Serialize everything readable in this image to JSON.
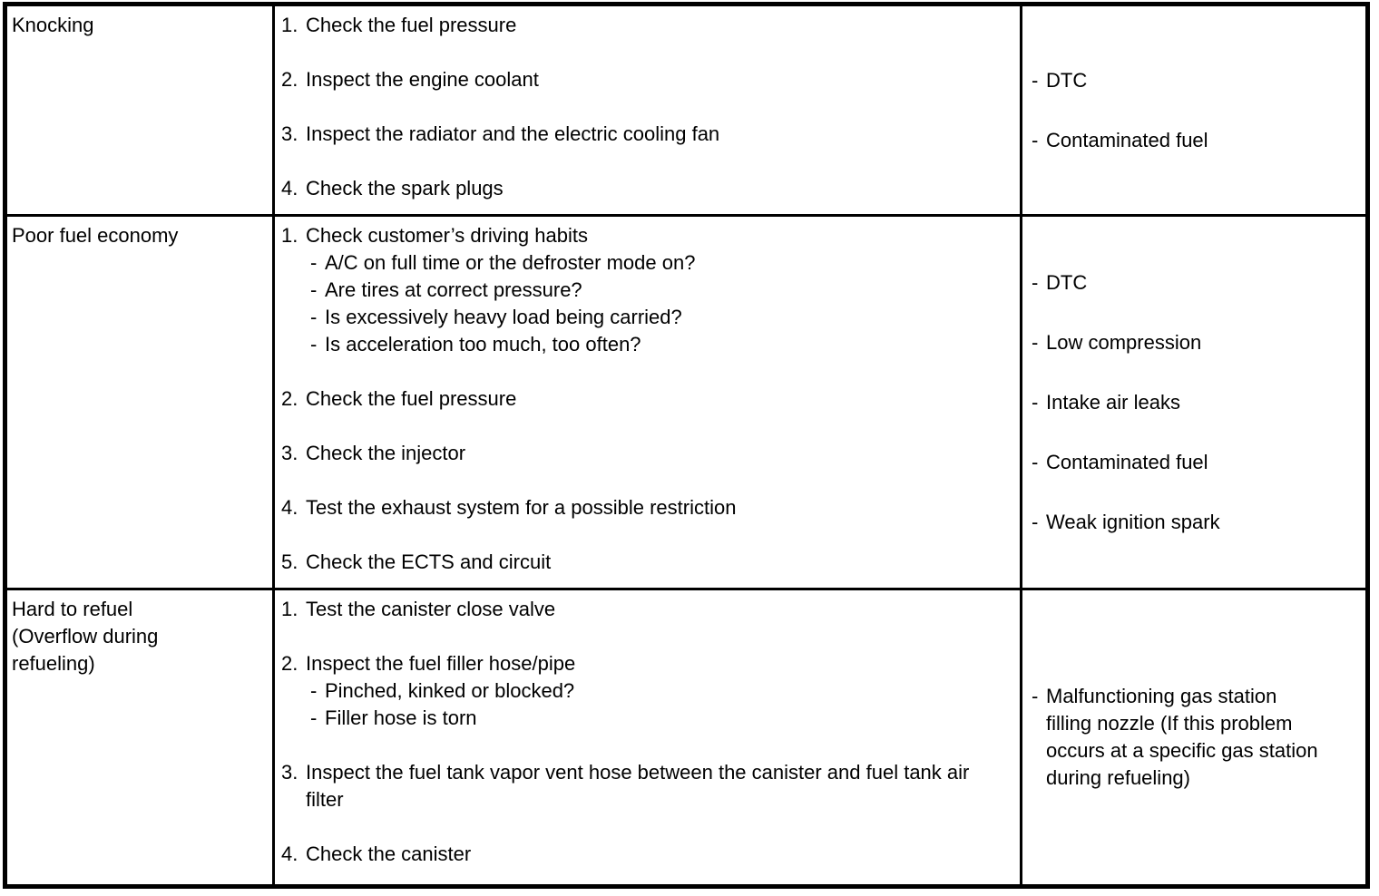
{
  "document": {
    "kind": "engine-troubleshooting-table",
    "text_color": "#000000",
    "background_color": "#ffffff",
    "border_color": "#000000"
  },
  "table": {
    "rows": [
      {
        "symptom_lines": [
          "Knocking"
        ],
        "steps": [
          {
            "num": "1.",
            "text": "Check the fuel pressure",
            "subs": []
          },
          {
            "num": "2.",
            "text": "Inspect the engine coolant",
            "subs": []
          },
          {
            "num": "3.",
            "text": "Inspect the radiator and the electric cooling fan",
            "subs": []
          },
          {
            "num": "4.",
            "text": "Check the spark plugs",
            "subs": []
          }
        ],
        "causes": [
          {
            "dash": "-",
            "text": "DTC"
          },
          {
            "dash": "-",
            "text": "Contaminated fuel"
          }
        ]
      },
      {
        "symptom_lines": [
          "Poor fuel economy"
        ],
        "steps": [
          {
            "num": "1.",
            "text": "Check customer’s driving habits",
            "subs": [
              {
                "dash": "-",
                "text": "A/C on full time or the defroster mode on?"
              },
              {
                "dash": "-",
                "text": "Are tires at correct pressure?"
              },
              {
                "dash": "-",
                "text": "Is excessively heavy load being carried?"
              },
              {
                "dash": "-",
                "text": "Is acceleration too much, too often?"
              }
            ]
          },
          {
            "num": "2.",
            "text": "Check the fuel pressure",
            "subs": []
          },
          {
            "num": "3.",
            "text": "Check the injector",
            "subs": []
          },
          {
            "num": "4.",
            "text": "Test the exhaust system for a possible restriction",
            "subs": []
          },
          {
            "num": "5.",
            "text": "Check the ECTS and circuit",
            "subs": []
          }
        ],
        "causes": [
          {
            "dash": "-",
            "text": "DTC"
          },
          {
            "dash": "-",
            "text": "Low compression"
          },
          {
            "dash": "-",
            "text": "Intake air leaks"
          },
          {
            "dash": "-",
            "text": "Contaminated fuel"
          },
          {
            "dash": "-",
            "text": "Weak ignition spark"
          }
        ]
      },
      {
        "symptom_lines": [
          "Hard to refuel",
          "(Overflow during",
          "refueling)"
        ],
        "steps": [
          {
            "num": "1.",
            "text": "Test the canister close valve",
            "subs": []
          },
          {
            "num": "2.",
            "text": "Inspect the fuel filler hose/pipe",
            "subs": [
              {
                "dash": "-",
                "text": "Pinched, kinked or blocked?"
              },
              {
                "dash": "-",
                "text": "Filler hose is torn"
              }
            ]
          },
          {
            "num": "3.",
            "text": "Inspect the fuel tank vapor vent hose between the canister and fuel tank air filter",
            "subs": []
          },
          {
            "num": "4.",
            "text": "Check the canister",
            "subs": []
          }
        ],
        "causes": [
          {
            "dash": "-",
            "text": "Malfunctioning gas station filling nozzle (If this problem occurs at a specific gas station during refueling)"
          }
        ]
      }
    ]
  }
}
